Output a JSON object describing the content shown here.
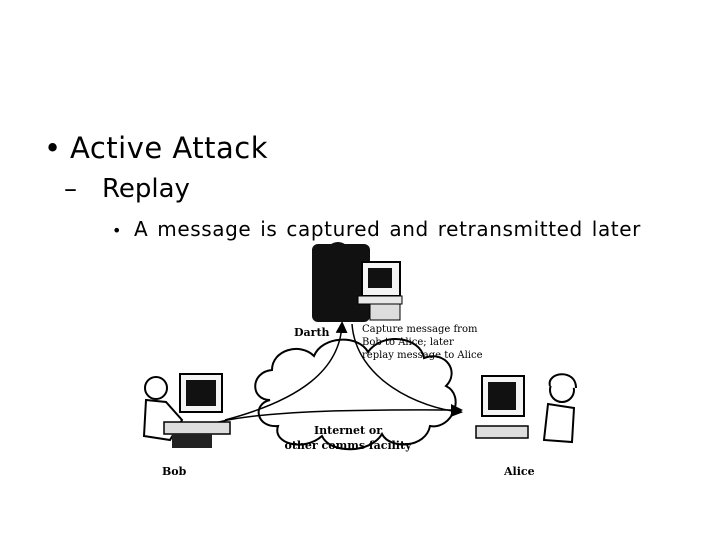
{
  "slide": {
    "bullets": [
      {
        "level": 1,
        "marker": "•",
        "text": "Active Attack"
      },
      {
        "level": 2,
        "marker": "–",
        "text": "Replay"
      },
      {
        "level": 3,
        "marker": "•",
        "text": "A message is captured and retransmitted later"
      }
    ]
  },
  "diagram": {
    "darth_label": "Darth",
    "bob_label": "Bob",
    "alice_label": "Alice",
    "cloud_line1": "Internet or",
    "cloud_line2": "other comms facility",
    "note_line1": "Capture message from",
    "note_line2": "Bob to Alice; later",
    "note_line3": "replay message to Alice"
  }
}
